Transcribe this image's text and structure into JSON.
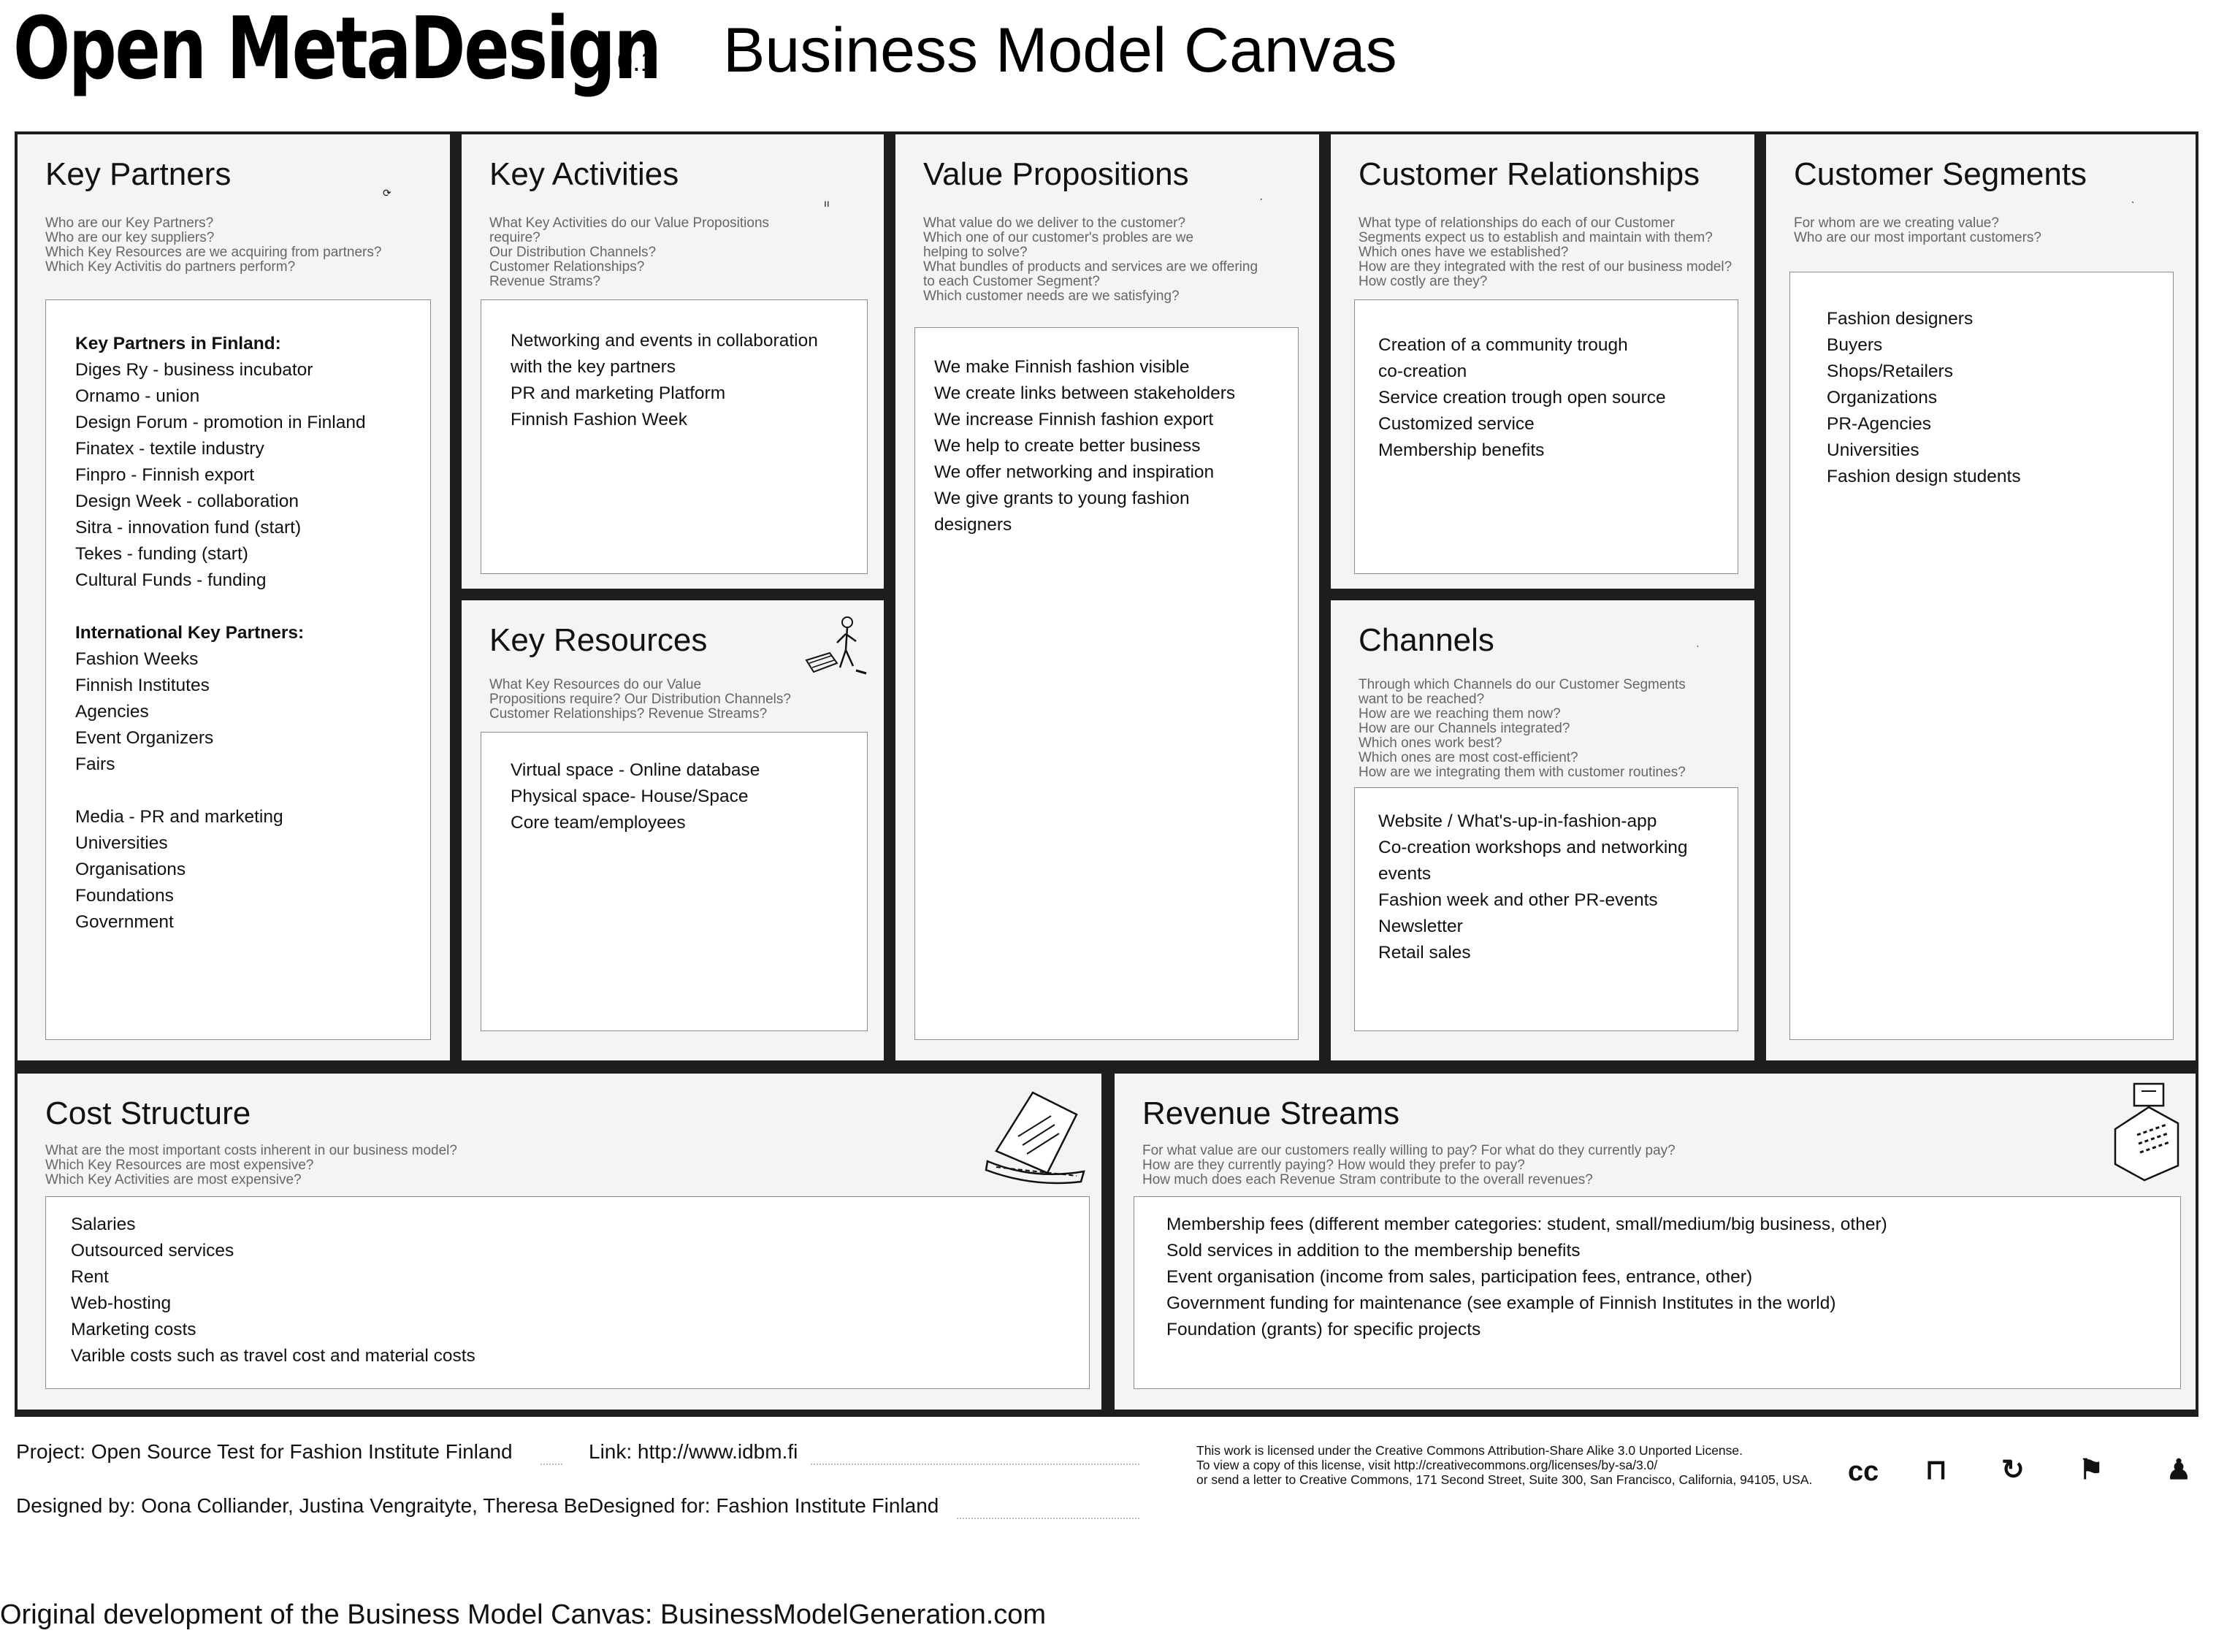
{
  "header": {
    "brand": "Open MetaDesign",
    "version": "0.1",
    "title": "Business Model Canvas"
  },
  "blocks": {
    "key_partners": {
      "title": "Key Partners",
      "questions": [
        "Who are our Key Partners?",
        "Who are our key suppliers?",
        "Which Key Resources are we acquiring from partners?",
        "Which Key Activitis do partners perform?"
      ],
      "heading1": "Key Partners in Finland:",
      "items1": [
        "Diges Ry - business incubator",
        "Ornamo - union",
        "Design Forum - promotion in Finland",
        "Finatex - textile industry",
        "Finpro - Finnish export",
        "Design Week - collaboration",
        "Sitra - innovation fund (start)",
        "Tekes - funding (start)",
        "Cultural Funds - funding"
      ],
      "heading2": "International Key Partners:",
      "items2": [
        "Fashion Weeks",
        "Finnish Institutes",
        "Agencies",
        "Event Organizers",
        "Fairs"
      ],
      "items3": [
        "Media - PR and marketing",
        "Universities",
        "Organisations",
        "Foundations",
        "Government"
      ]
    },
    "key_activities": {
      "title": "Key Activities",
      "questions": [
        "What Key Activities do our Value Propositions",
        "require?",
        "Our Distribution Channels?",
        "Customer Relationships?",
        "Revenue Strams?"
      ],
      "items": [
        "Networking and events in collaboration",
        "with the key partners",
        "PR and marketing Platform",
        "Finnish Fashion Week"
      ]
    },
    "key_resources": {
      "title": "Key Resources",
      "questions": [
        "What Key Resources do our Value",
        "Propositions require? Our Distribution Channels?",
        "Customer Relationships? Revenue Streams?"
      ],
      "items": [
        "Virtual space - Online database",
        "Physical space- House/Space",
        "Core team/employees"
      ]
    },
    "value_propositions": {
      "title": "Value Propositions",
      "questions": [
        "What value do we deliver to the customer?",
        "Which one of our customer's probles are we",
        "helping to solve?",
        "What bundles of products and services are we offering",
        "to each Customer Segment?",
        "Which customer needs are we satisfying?"
      ],
      "items": [
        "We make Finnish fashion visible",
        "We create links between stakeholders",
        "We increase Finnish fashion export",
        "We help to create better business",
        "We offer networking and inspiration",
        "We give grants to young fashion",
        "designers"
      ]
    },
    "customer_relationships": {
      "title": "Customer Relationships",
      "questions": [
        "What type of relationships do each of our Customer",
        "Segments expect us to establish and maintain with them?",
        "Which ones have we established?",
        "How are they integrated with the rest of our business model?",
        "How costly are they?"
      ],
      "items": [
        "Creation of a community trough",
        "co-creation",
        "Service creation trough open source",
        "Customized service",
        "Membership benefits"
      ]
    },
    "channels": {
      "title": "Channels",
      "questions": [
        "Through which Channels do our Customer Segments",
        "want to be reached?",
        "How are we reaching them now?",
        "How are our Channels integrated?",
        "Which ones work best?",
        "Which ones are most cost-efficient?",
        "How are we integrating them with customer routines?"
      ],
      "items": [
        "Website / What's-up-in-fashion-app",
        "Co-creation workshops and networking",
        "events",
        "Fashion week and other PR-events",
        "Newsletter",
        "Retail sales"
      ]
    },
    "customer_segments": {
      "title": "Customer Segments",
      "questions": [
        "For whom are we creating value?",
        "Who are our most important customers?"
      ],
      "items": [
        "Fashion designers",
        "Buyers",
        "Shops/Retailers",
        "Organizations",
        "PR-Agencies",
        "Universities",
        "Fashion design students"
      ]
    },
    "cost_structure": {
      "title": "Cost Structure",
      "questions": [
        "What are the most important costs inherent in our business model?",
        "Which Key Resources are most expensive?",
        "Which Key Activities are most expensive?"
      ],
      "items": [
        "Salaries",
        "Outsourced services",
        "Rent",
        "Web-hosting",
        "Marketing costs",
        "Varible costs such as travel cost and material costs"
      ]
    },
    "revenue_streams": {
      "title": "Revenue Streams",
      "questions": [
        "For what value are our customers really willing to pay? For what do they currently pay?",
        "How are they currently paying?  How would they prefer to pay?",
        "How much does each Revenue Stram contribute to the overall revenues?"
      ],
      "items": [
        "Membership fees (different member categories: student, small/medium/big business, other)",
        "Sold services in addition to the membership benefits",
        "Event organisation (income from sales, participation fees, entrance, other)",
        "Government funding for maintenance (see example of Finnish Institutes in the world)",
        "Foundation (grants) for specific projects"
      ]
    }
  },
  "footer": {
    "project": "Project: Open Source Test for Fashion Institute Finland",
    "link": "Link: http://www.idbm.fi",
    "designed_by": "Designed by: Oona Colliander, Justina Vengraityte, Theresa Berg",
    "designed_for": "Designed for: Fashion Institute Finland",
    "license": [
      "This work is licensed under the Creative Commons Attribution-Share Alike 3.0 Unported License.",
      "To view a copy of this license, visit http://creativecommons.org/licenses/by-sa/3.0/",
      "or send a letter to Creative Commons, 171 Second Street, Suite 300, San Francisco, California, 94105, USA."
    ],
    "origin": "Original development of the Business Model Canvas: BusinessModelGeneration.com"
  }
}
